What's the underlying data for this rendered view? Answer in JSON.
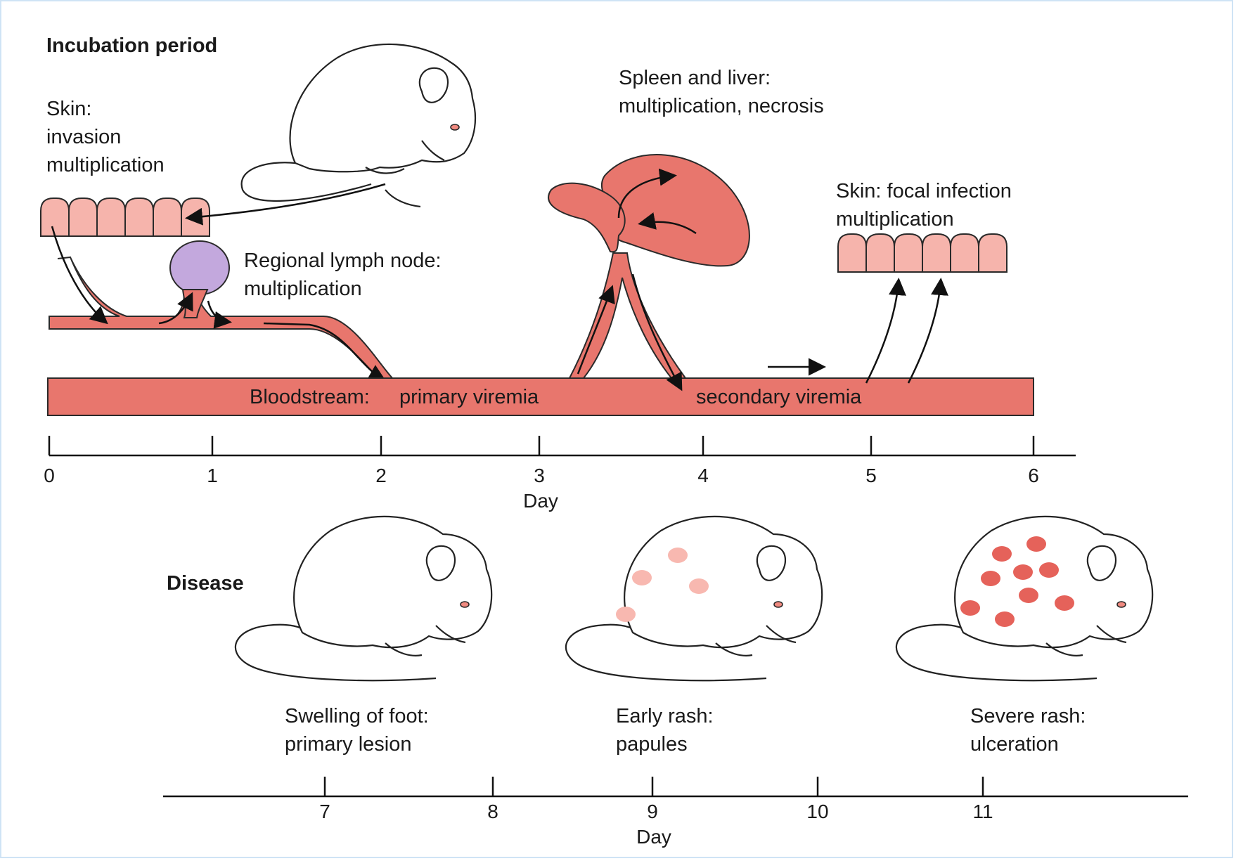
{
  "incubation": {
    "title": "Incubation period",
    "skin_invasion": [
      "Skin:",
      "invasion",
      "multiplication"
    ],
    "lymph_node": [
      "Regional lymph node:",
      "multiplication"
    ],
    "spleen_liver": [
      "Spleen and liver:",
      "multiplication, necrosis"
    ],
    "skin_focal": [
      "Skin: focal infection",
      "multiplication"
    ],
    "bloodstream": "Bloodstream:",
    "primary_viremia": "primary viremia",
    "secondary_viremia": "secondary viremia"
  },
  "axis_top": {
    "ticks": [
      "0",
      "1",
      "2",
      "3",
      "4",
      "5",
      "6"
    ],
    "label": "Day"
  },
  "disease": {
    "title": "Disease",
    "stages": [
      {
        "line1": "Swelling of foot:",
        "line2": "primary lesion"
      },
      {
        "line1": "Early rash:",
        "line2": "papules"
      },
      {
        "line1": "Severe rash:",
        "line2": "ulceration"
      }
    ]
  },
  "axis_bottom": {
    "ticks": [
      "7",
      "8",
      "9",
      "10",
      "11"
    ],
    "label": "Day"
  },
  "colors": {
    "vessel": "#e8766d",
    "skin_cells": "#f6b4ac",
    "lymph_node": "#c3a8dd",
    "papule": "#f8b8b0",
    "ulcer": "#e5625a",
    "frame": "#cfe3f5"
  }
}
